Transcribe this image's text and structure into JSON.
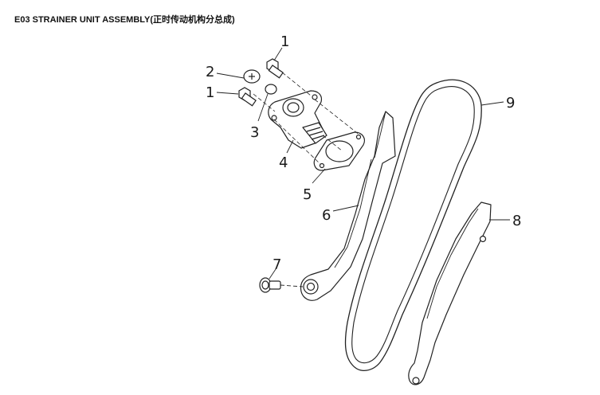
{
  "title": "E03  STRAINER UNIT ASSEMBLY(正时传动机构分总成)",
  "callouts": {
    "bolt_top": "1",
    "washer_plate": "2",
    "bolt_left": "1",
    "o_ring": "3",
    "tensioner": "4",
    "gasket": "5",
    "tensioner_arm": "6",
    "pivot_bolt": "7",
    "guide_rail": "8",
    "timing_chain": "9"
  }
}
